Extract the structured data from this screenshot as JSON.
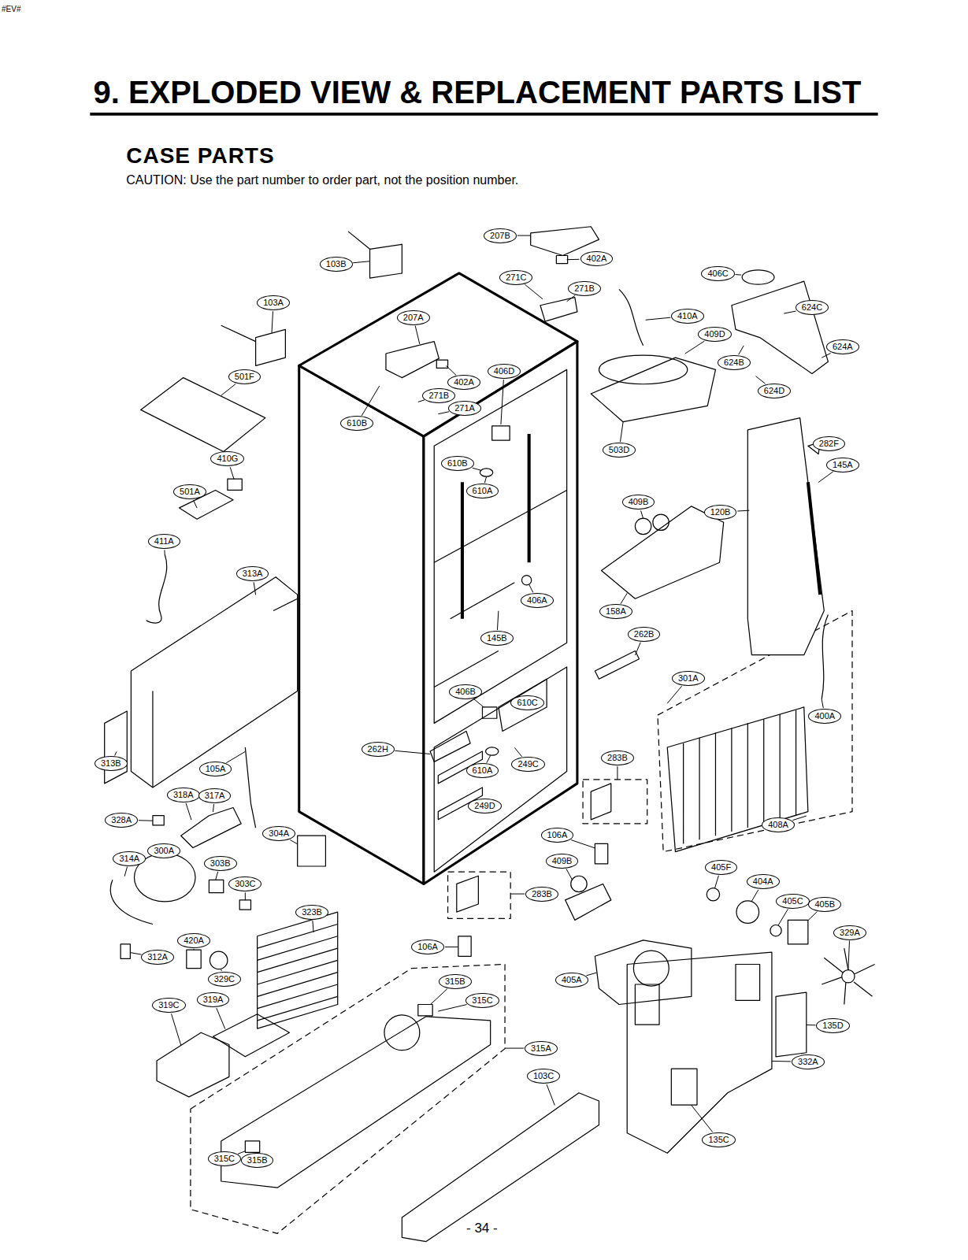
{
  "diagram": {
    "title": "9. EXPLODED VIEW & REPLACEMENT PARTS LIST",
    "nodes": [
      {
        "text": [
          "207B"
        ]
      },
      {
        "text": [
          "402A"
        ]
      },
      {
        "text": [
          "103B"
        ]
      },
      {
        "text": [
          "271C"
        ]
      },
      {
        "text": [
          "271B"
        ]
      },
      {
        "text": [
          "406C"
        ]
      },
      {
        "text": [
          "624C"
        ]
      },
      {
        "text": [
          "103A"
        ]
      },
      {
        "text": [
          "207A"
        ]
      },
      {
        "text": [
          "410A"
        ]
      },
      {
        "text": [
          "409D"
        ]
      },
      {
        "text": [
          "624A"
        ]
      },
      {
        "text": [
          "624B"
        ]
      },
      {
        "text": [
          "406D"
        ]
      },
      {
        "text": [
          "501F"
        ]
      },
      {
        "text": [
          "402A"
        ]
      },
      {
        "text": [
          "271B"
        ]
      },
      {
        "text": [
          "624D"
        ]
      },
      {
        "text": [
          "271A"
        ]
      },
      {
        "text": [
          "610B"
        ]
      },
      {
        "text": [
          "503D"
        ]
      },
      {
        "text": [
          "282F"
        ]
      },
      {
        "text": [
          "610B"
        ]
      },
      {
        "text": [
          "145A"
        ]
      },
      {
        "text": [
          "410G"
        ]
      },
      {
        "text": [
          "610A"
        ]
      },
      {
        "text": [
          "501A"
        ]
      },
      {
        "text": [
          "409B"
        ]
      },
      {
        "text": [
          "120B"
        ]
      },
      {
        "text": [
          "411A"
        ]
      },
      {
        "text": [
          "313A"
        ]
      },
      {
        "text": [
          "406A"
        ]
      },
      {
        "text": [
          "158A"
        ]
      },
      {
        "text": [
          "145B"
        ]
      },
      {
        "text": [
          "262B"
        ]
      },
      {
        "text": [
          "301A"
        ]
      },
      {
        "text": [
          "406B"
        ]
      },
      {
        "text": [
          "610C"
        ]
      },
      {
        "text": [
          "400A"
        ]
      },
      {
        "text": [
          "262H"
        ]
      },
      {
        "text": [
          "283B"
        ]
      },
      {
        "text": [
          "313B"
        ]
      },
      {
        "text": [
          "105A"
        ]
      },
      {
        "text": [
          "610A"
        ]
      },
      {
        "text": [
          "249C"
        ]
      },
      {
        "text": [
          "318A"
        ]
      },
      {
        "text": [
          "317A"
        ]
      },
      {
        "text": [
          "328A"
        ]
      },
      {
        "text": [
          "249D"
        ]
      },
      {
        "text": [
          "408A"
        ]
      },
      {
        "text": [
          "304A"
        ]
      },
      {
        "text": [
          "106A"
        ]
      },
      {
        "text": [
          "300A"
        ]
      },
      {
        "text": [
          "314A"
        ]
      },
      {
        "text": [
          "409B"
        ]
      },
      {
        "text": [
          "303B"
        ]
      },
      {
        "text": [
          "405F"
        ]
      },
      {
        "text": [
          "283B"
        ]
      },
      {
        "text": [
          "303C"
        ]
      },
      {
        "text": [
          "404A"
        ]
      },
      {
        "text": [
          "405C"
        ]
      },
      {
        "text": [
          "405B"
        ]
      },
      {
        "text": [
          "323B"
        ]
      },
      {
        "text": [
          "329A"
        ]
      },
      {
        "text": [
          "420A"
        ]
      },
      {
        "text": [
          "312A"
        ]
      },
      {
        "text": [
          "106A"
        ]
      },
      {
        "text": [
          "329C"
        ]
      },
      {
        "text": [
          "315B"
        ]
      },
      {
        "text": [
          "315C"
        ]
      },
      {
        "text": [
          "319A"
        ]
      },
      {
        "text": [
          "319C"
        ]
      },
      {
        "text": [
          "405A"
        ]
      },
      {
        "text": [
          "135D"
        ]
      },
      {
        "text": [
          "315A"
        ]
      },
      {
        "text": [
          "103C"
        ]
      },
      {
        "text": [
          "332A"
        ]
      },
      {
        "text": [
          "315C"
        ]
      },
      {
        "text": [
          "315B"
        ]
      },
      {
        "text": [
          "135C"
        ]
      }
    ],
    "labels": [
      "#EV#",
      "CASE PARTS",
      "CAUTION: Use the part number to order part, not the position number.",
      "- 34 -"
    ]
  }
}
